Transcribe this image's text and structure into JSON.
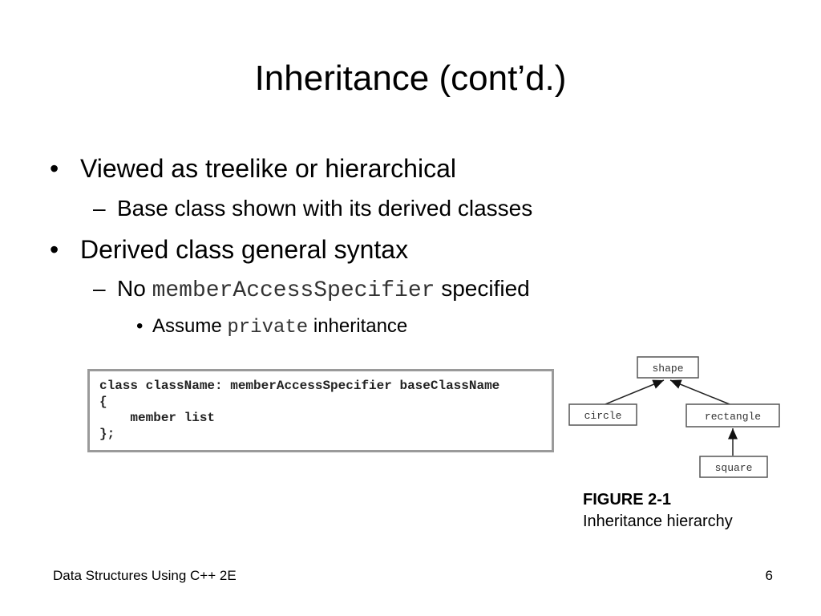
{
  "slide": {
    "title": "Inheritance (cont’d.)",
    "bullet_glyph": "•",
    "dash_glyph": "–",
    "bullets": [
      {
        "text": "Viewed as treelike or hierarchical"
      },
      {
        "text": "Base class shown with its derived classes"
      },
      {
        "text": "Derived class general syntax"
      },
      {
        "prefix": "No ",
        "code": "memberAccessSpecifier",
        "suffix": " specified"
      },
      {
        "prefix": "Assume ",
        "code": "private",
        "suffix": " inheritance"
      }
    ],
    "code_block": [
      "class className: memberAccessSpecifier baseClassName",
      "{",
      "    member list",
      "};"
    ],
    "diagram": {
      "nodes": [
        "shape",
        "circle",
        "rectangle",
        "square"
      ]
    },
    "figure": {
      "number": "FIGURE 2-1",
      "caption": "Inheritance hierarchy"
    },
    "footer": "Data Structures Using C++ 2E",
    "page_number": "6"
  }
}
